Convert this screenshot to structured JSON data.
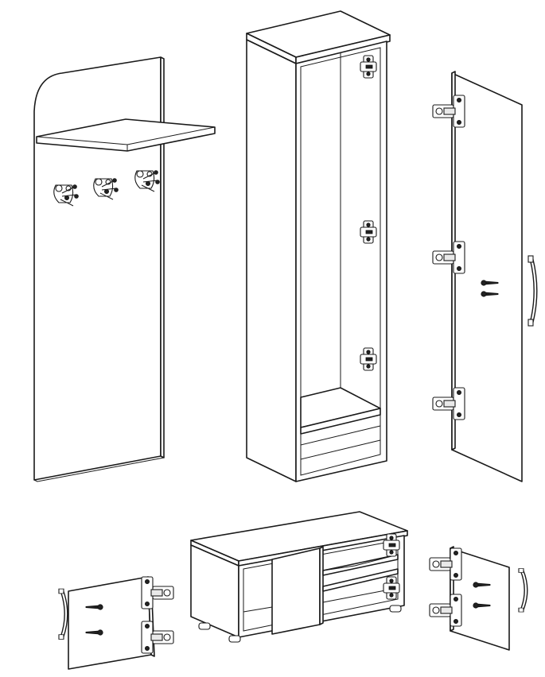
{
  "diagram": {
    "components": [
      {
        "id": "coat-panel",
        "parts": [
          "back-panel",
          "shelf",
          "coat-hook",
          "coat-hook",
          "coat-hook"
        ]
      },
      {
        "id": "tall-cabinet",
        "parts": [
          "cabinet-body",
          "hinge-plate",
          "hinge-plate",
          "hinge-plate",
          "inner-shelf"
        ]
      },
      {
        "id": "cabinet-door",
        "parts": [
          "door-panel",
          "hinge",
          "hinge",
          "hinge",
          "screw",
          "screw",
          "handle"
        ]
      },
      {
        "id": "low-cabinet",
        "parts": [
          "cabinet-body",
          "divider",
          "shelf",
          "shelf",
          "foot",
          "foot",
          "foot"
        ]
      },
      {
        "id": "left-small-door",
        "parts": [
          "door-panel",
          "hinge",
          "hinge",
          "screw",
          "screw",
          "handle"
        ]
      },
      {
        "id": "right-small-door",
        "parts": [
          "door-panel",
          "hinge",
          "hinge",
          "screw",
          "screw",
          "handle"
        ]
      }
    ]
  },
  "colors": {
    "line": "#1a1a1a",
    "fill": "#ffffff",
    "hardware": "#222222"
  }
}
